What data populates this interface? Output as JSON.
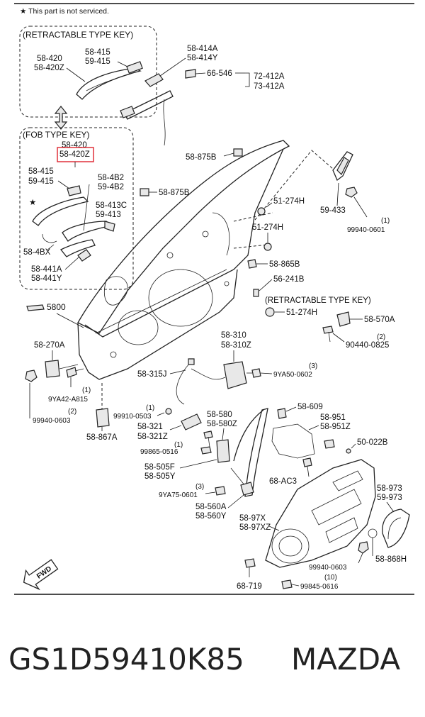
{
  "header_note": "★ This part is not serviced.",
  "groups": {
    "retractable": "(RETRACTABLE TYPE KEY)",
    "fob": "(FOB TYPE KEY)",
    "retractable_lower": "(RETRACTABLE TYPE KEY)"
  },
  "ref_5800": "5800",
  "fwd": "FWD",
  "labels": {
    "l58_420": "58-420",
    "l58_420Z": "58-420Z",
    "l58_415a": "58-415",
    "l59_415a": "59-415",
    "l58_414A": "58-414A",
    "l58_414Y": "58-414Y",
    "l66_546": "66-546",
    "l72_412A": "72-412A",
    "l73_412A": "73-412A",
    "l58_420b": "58-420",
    "l58_420Zb": "58-420Z",
    "l58_415b": "58-415",
    "l59_415b": "59-415",
    "l58_4B2": "58-4B2",
    "l59_4B2": "59-4B2",
    "l58_413C": "58-413C",
    "l59_413": "59-413",
    "l58_4BX": "58-4BX",
    "l58_441A": "58-441A",
    "l58_441Y": "58-441Y",
    "l58_875Ba": "58-875B",
    "l58_875Bb": "58-875B",
    "l59_433": "59-433",
    "l99940_0601": "99940-0601",
    "l99940_0601_q": "(1)",
    "l51_274Ha": "51-274H",
    "l51_274Hb": "51-274H",
    "l51_274Hc": "51-274H",
    "l58_865B": "58-865B",
    "l56_241B": "56-241B",
    "l58_570A": "58-570A",
    "l90440_0825": "90440-0825",
    "l90440_0825_q": "(2)",
    "l58_270A": "58-270A",
    "l58_310": "58-310",
    "l58_310Z": "58-310Z",
    "l58_315J": "58-315J",
    "l9YA50_0602": "9YA50-0602",
    "l9YA50_0602_q": "(3)",
    "l9YA42_A815": "9YA42-A815",
    "l9YA42_A815_q": "(1)",
    "l99940_0603a": "99940-0603",
    "l99940_0603a_q": "(2)",
    "l58_867A": "58-867A",
    "l99910_0503": "99910-0503",
    "l99910_0503_q": "(1)",
    "l58_321": "58-321",
    "l58_321Z": "58-321Z",
    "l58_580": "58-580",
    "l58_580Z": "58-580Z",
    "l58_609": "58-609",
    "l58_951": "58-951",
    "l58_951Z": "58-951Z",
    "l99865_0516": "99865-0516",
    "l99865_0516_q": "(1)",
    "l50_022B": "50-022B",
    "l58_505F": "58-505F",
    "l58_505Y": "58-505Y",
    "l68_AC3": "68-AC3",
    "l58_973": "58-973",
    "l59_973": "59-973",
    "l9YA75_0601": "9YA75-0601",
    "l9YA75_0601_q": "(3)",
    "l58_560A": "58-560A",
    "l58_560Y": "58-560Y",
    "l58_97X": "58-97X",
    "l58_97XZ": "58-97XZ",
    "l99940_0603b": "99940-0603",
    "l58_868H": "58-868H",
    "l68_719": "68-719",
    "l99845_0616": "99845-0616",
    "l99845_0616_q": "(10)"
  },
  "caption": {
    "part_number": "GS1D59410K85",
    "brand": "MAZDA"
  },
  "colors": {
    "highlight_box": "#e0303a",
    "line": "#222222"
  }
}
